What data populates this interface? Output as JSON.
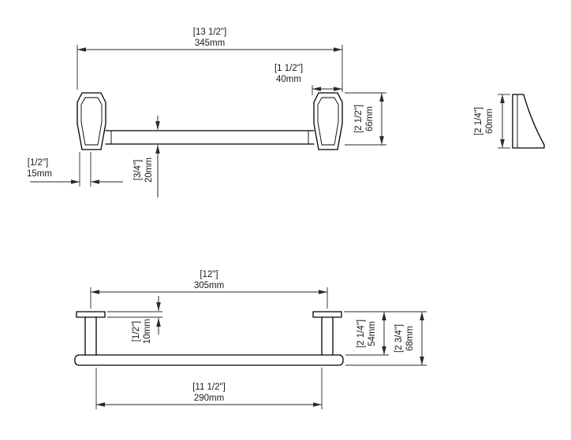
{
  "drawing": {
    "front_view": {
      "overall_width_in": "[13 1/2\"]",
      "overall_width_mm": "345mm",
      "end_offset_in": "[1 1/2\"]",
      "end_offset_mm": "40mm",
      "height_in": "[2 1/2\"]",
      "height_mm": "66mm",
      "post_width_in": "[1/2\"]",
      "post_width_mm": "15mm",
      "bar_thickness_in": "[3/4\"]",
      "bar_thickness_mm": "20mm"
    },
    "side_view": {
      "depth_in": "[2 1/4\"]",
      "depth_mm": "60mm"
    },
    "bottom_view": {
      "post_center_width_in": "[12\"]",
      "post_center_width_mm": "305mm",
      "flange_thickness_in": "[1/2\"]",
      "flange_thickness_mm": "10mm",
      "depth_to_bar_in": "[2 1/4\"]",
      "depth_to_bar_mm": "54mm",
      "overall_depth_in": "[2 3/4\"]",
      "overall_depth_mm": "68mm",
      "inner_width_in": "[11 1/2\"]",
      "inner_width_mm": "290mm"
    }
  }
}
